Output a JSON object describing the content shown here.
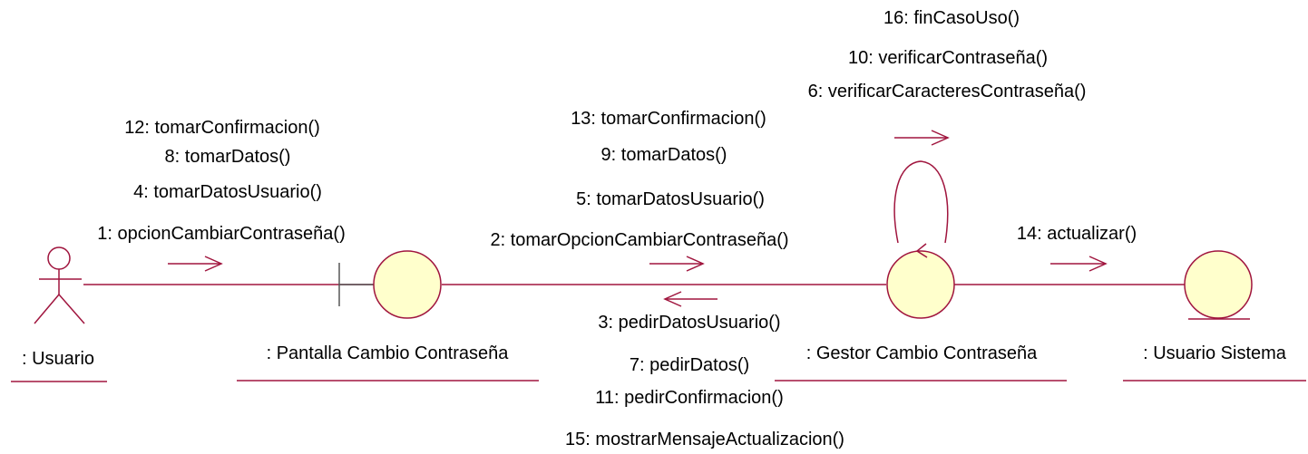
{
  "colors": {
    "line": "#a0153e",
    "arrow": "#a0153e",
    "object_fill": "#ffffcc",
    "object_stroke": "#a0153e",
    "boundary_bar": "#555555",
    "text": "#000000"
  },
  "objects": {
    "actor": {
      "label": ": Usuario"
    },
    "boundary": {
      "label": ": Pantalla Cambio Contraseña"
    },
    "control": {
      "label": ": Gestor Cambio Contraseña"
    },
    "entity": {
      "label": ": Usuario Sistema"
    }
  },
  "messages": {
    "actor_to_boundary": [
      "12: tomarConfirmacion()",
      "8: tomarDatos()",
      "4: tomarDatosUsuario()",
      "1: opcionCambiarContraseña()"
    ],
    "boundary_to_control": [
      "13: tomarConfirmacion()",
      "9: tomarDatos()",
      "5: tomarDatosUsuario()",
      "2: tomarOpcionCambiarContraseña()"
    ],
    "control_to_boundary": [
      "3: pedirDatosUsuario()",
      "7: pedirDatos()",
      "11: pedirConfirmacion()",
      "15: mostrarMensajeActualizacion()"
    ],
    "control_self": [
      "16: finCasoUso()",
      "10: verificarContraseña()",
      "6: verificarCaracteresContraseña()"
    ],
    "control_to_entity": [
      "14: actualizar()"
    ]
  }
}
